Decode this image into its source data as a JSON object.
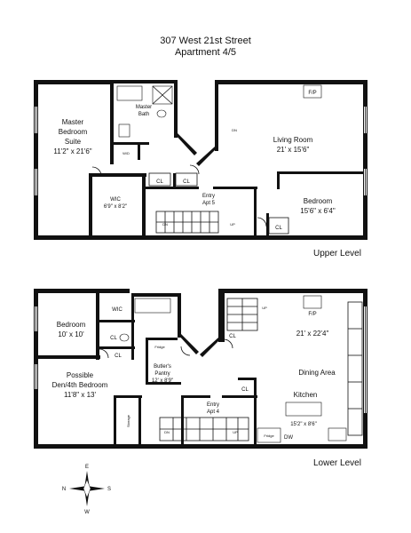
{
  "header": {
    "address": "307 West 21st Street",
    "unit": "Apartment 4/5"
  },
  "upper": {
    "label": "Upper Level",
    "master_suite": [
      "Master",
      "Bedroom",
      "Suite",
      "11'2\" x 21'6\""
    ],
    "master_bath": [
      "Master",
      "Bath"
    ],
    "wd": "W/D",
    "wic": [
      "WIC",
      "6'9\" x 8'2\""
    ],
    "cl": "CL",
    "entry": [
      "Entry",
      "Apt 5"
    ],
    "fp": "F/P",
    "living": [
      "Living Room",
      "21' x 15'6\""
    ],
    "bedroom": [
      "Bedroom",
      "15'6\" x 6'4\""
    ],
    "dn": "DN",
    "up": "UP"
  },
  "lower": {
    "label": "Lower Level",
    "bedroom": [
      "Bedroom",
      "10' x 10'"
    ],
    "wic": "WIC",
    "cl": "CL",
    "den": [
      "Possible",
      "Den/4th Bedroom",
      "11'8\" x 13'"
    ],
    "fridge": "Fridge",
    "pantry": [
      "Butler's",
      "Pantry",
      "12' x 8'9\""
    ],
    "storage": "Storage",
    "entry": [
      "Entry",
      "Apt 4"
    ],
    "fp": "F/P",
    "main": "21' x 22'4\"",
    "dining": "Dining Area",
    "kitchen": [
      "Kitchen",
      "15'2\" x 8'6\""
    ],
    "dw": "DW",
    "dn": "DN",
    "up": "UP"
  },
  "compass": {
    "n": "N",
    "s": "S",
    "e": "E",
    "w": "W"
  }
}
